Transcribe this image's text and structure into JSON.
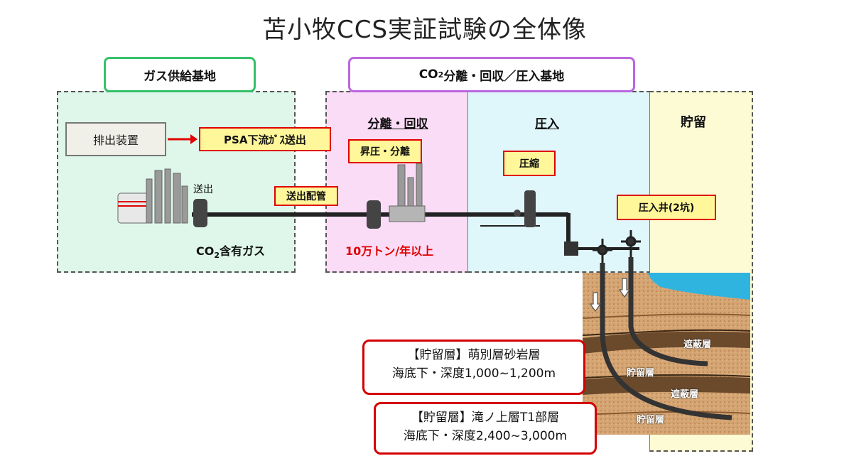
{
  "title": "苫小牧CCS実証試験の全体像",
  "headers": {
    "gas_supply": "ガス供給基地",
    "co2_base": "CO",
    "co2_sub": "2",
    "co2_rest": "分離・回収／圧入基地"
  },
  "sections": {
    "separation": "分離・回収",
    "injection": "圧入",
    "storage": "貯留"
  },
  "labels": {
    "exhaust": "排出装置",
    "psa": "PSA下流ｶﾞｽ送出",
    "send_out": "送出",
    "pipeline": "送出配管",
    "boost": "昇圧・分離",
    "compress": "圧縮",
    "wells": "圧入井(2坑)",
    "gas_pre": "CO",
    "gas_sub": "2",
    "gas_rest": "含有ガス",
    "capacity": "10万トン/年以上"
  },
  "geology": {
    "seal1": "遮蔽層",
    "res1": "貯留層",
    "seal2": "遮蔽層",
    "res2": "貯留層"
  },
  "reservoirs": [
    {
      "name": "【貯留層】萌別層砂岩層",
      "depth": "海底下・深度1,000~1,200m"
    },
    {
      "name": "【貯留層】滝ノ上層T1部層",
      "depth": "海底下・深度2,400~3,000m"
    }
  ],
  "colors": {
    "gas_zone": "#dff7ea",
    "sep_zone": "#fbdcf7",
    "inj_zone": "#dff7fb",
    "storage_zone": "#fdfbd3",
    "highlight": "#e00000",
    "tag_fill": "#fff79a"
  }
}
